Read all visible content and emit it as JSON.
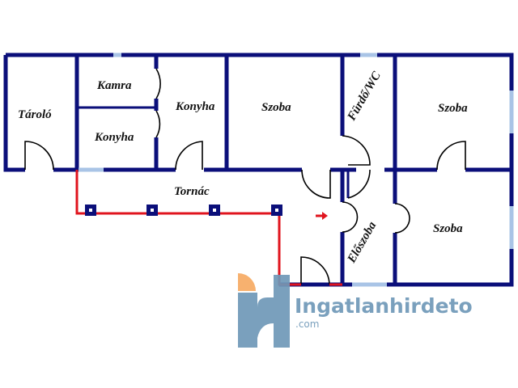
{
  "rooms": {
    "taroló": "Tároló",
    "kamra": "Kamra",
    "konyha_small": "Konyha",
    "konyha_large": "Konyha",
    "szoba_1": "Szoba",
    "furdo": "Fürdő/WC",
    "szoba_2": "Szoba",
    "tornac": "Tornác",
    "eloszoba": "Előszoba",
    "szoba_3": "Szoba"
  },
  "watermark": {
    "brand": "Ingatlanhirdeto",
    "domain": ".com"
  },
  "colors": {
    "wall": "#0b0f7a",
    "window": "#a9c4e6",
    "terrace_outline": "#e0141e",
    "logo_blue": "#6f98b8",
    "logo_orange": "#f7ab63"
  }
}
